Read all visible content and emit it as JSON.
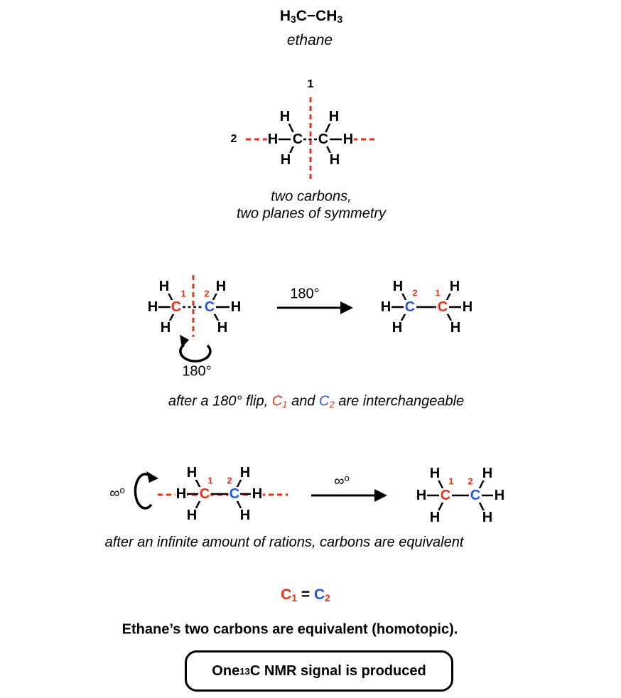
{
  "palette": {
    "red": "#ee2e12",
    "blue": "#1f55ee"
  },
  "title": {
    "formula": [
      {
        "t": "H"
      },
      {
        "t": "3",
        "sub": 1
      },
      {
        "t": "C−CH"
      },
      {
        "t": "3",
        "sub": 1
      }
    ],
    "name": "ethane"
  },
  "atoms": {
    "h": "H",
    "c": "C"
  },
  "symmetry": {
    "plane1": "1",
    "plane2": "2"
  },
  "site_labels": {
    "one": "1",
    "two": "2"
  },
  "rotations": {
    "flip_under_label": "180°",
    "flip_arrow_label": "180°",
    "infinity_label": [
      {
        "t": "∞"
      },
      {
        "t": "o",
        "sup": 1
      }
    ]
  },
  "captions": {
    "planes_line1": "two carbons,",
    "planes_line2": "two planes of symmetry",
    "flip": [
      {
        "t": "after a 180° flip, "
      },
      {
        "t": "C",
        "c": "red"
      },
      {
        "t": "1",
        "c": "red",
        "sub": 1
      },
      {
        "t": " and "
      },
      {
        "t": "C",
        "c": "blue"
      },
      {
        "t": "2",
        "c": "red",
        "sub": 1
      },
      {
        "t": " are interchangeable"
      }
    ],
    "infinite": "after an infinite amount of rations, carbons are equivalent"
  },
  "equivalence": [
    {
      "t": "C",
      "c": "red"
    },
    {
      "t": "1",
      "c": "red",
      "sub": 1
    },
    {
      "t": " = "
    },
    {
      "t": "C",
      "c": "blue"
    },
    {
      "t": "2",
      "c": "red",
      "sub": 1
    }
  ],
  "statement": "Ethane’s two carbons are equivalent (homotopic).",
  "nmr_box": [
    {
      "t": "One "
    },
    {
      "t": "13",
      "sup": 1
    },
    {
      "t": "C NMR signal is produced"
    }
  ]
}
